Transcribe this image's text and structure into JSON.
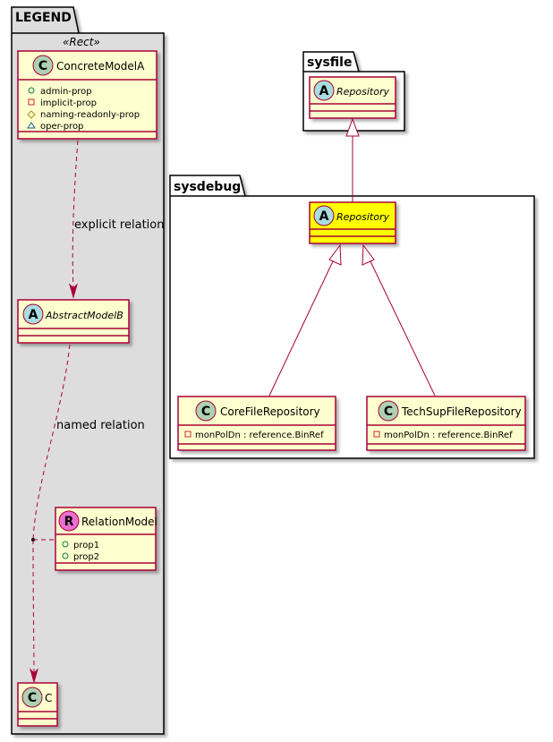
{
  "colors": {
    "legend_bg": "#dddddd",
    "class_fill": "#fefece",
    "highlight_fill": "#ffff00",
    "border": "#a80036",
    "class_circle": "#add1b2",
    "abstract_circle": "#a9dcdf",
    "relation_circle": "#ea6ed1"
  },
  "legend": {
    "title": "LEGEND",
    "stereotype": "«Rect»",
    "concrete_model": {
      "circle": "C",
      "name": "ConcreteModelA",
      "attributes": [
        {
          "visibility": "public-circle-icon",
          "text": "admin-prop"
        },
        {
          "visibility": "private-square-icon",
          "text": "implicit-prop"
        },
        {
          "visibility": "protected-diamond-icon",
          "text": "naming-readonly-prop"
        },
        {
          "visibility": "package-triangle-icon",
          "text": "oper-prop"
        }
      ]
    },
    "explicit_relation_label": "explicit relation",
    "abstract_model": {
      "circle": "A",
      "name": "AbstractModelB"
    },
    "named_relation_label": "named relation",
    "relation_model": {
      "circle": "R",
      "name": "RelationModel",
      "attributes": [
        {
          "visibility": "public-circle-icon",
          "text": "prop1"
        },
        {
          "visibility": "public-circle-icon",
          "text": "prop2"
        }
      ]
    },
    "c_model": {
      "circle": "C",
      "name": "C"
    }
  },
  "sysfile": {
    "title": "sysfile",
    "repository": {
      "circle": "A",
      "name": "Repository"
    }
  },
  "sysdebug": {
    "title": "sysdebug",
    "repository": {
      "circle": "A",
      "name": "Repository"
    },
    "core": {
      "circle": "C",
      "name": "CoreFileRepository",
      "attribute": "monPolDn : reference.BinRef"
    },
    "techsup": {
      "circle": "C",
      "name": "TechSupFileRepository",
      "attribute": "monPolDn : reference.BinRef"
    }
  }
}
